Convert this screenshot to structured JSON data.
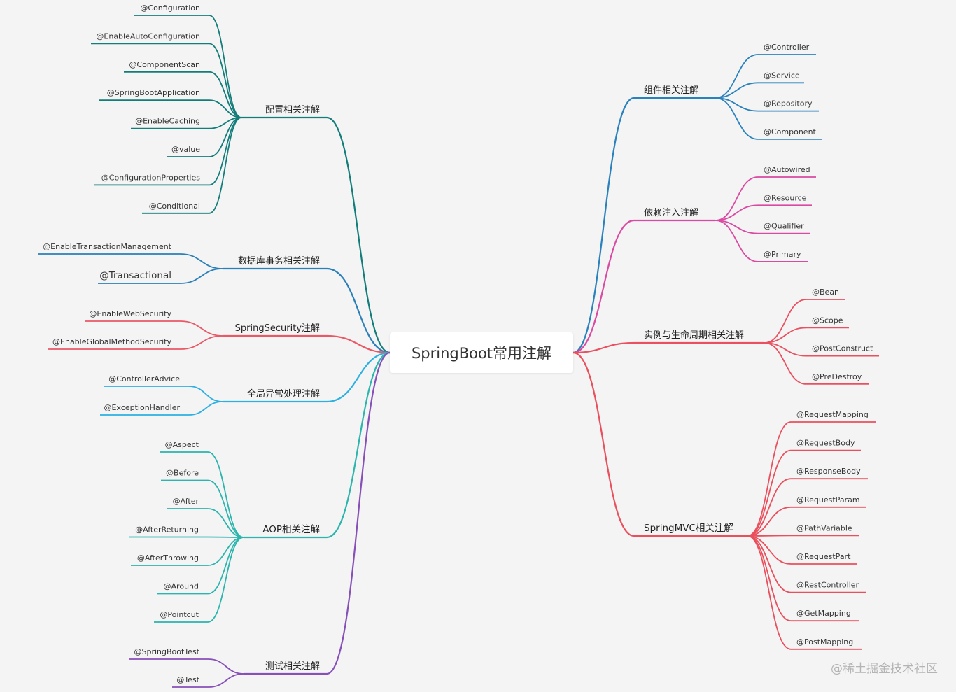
{
  "root": {
    "label": "SpringBoot常用注解"
  },
  "watermark": "@稀土掘金技术社区",
  "branches": [
    {
      "label": "配置相关注解",
      "color": "#137d7a",
      "side": "left",
      "children": [
        "@Configuration",
        "@EnableAutoConfiguration",
        "@ComponentScan",
        "@SpringBootApplication",
        "@EnableCaching",
        "@value",
        "@ConfigurationProperties",
        "@Conditional"
      ]
    },
    {
      "label": "数据库事务相关注解",
      "color": "#2a7fb8",
      "side": "left",
      "children": [
        "@EnableTransactionManagement",
        "@Transactional"
      ]
    },
    {
      "label": "SpringSecurity注解",
      "color": "#ea5866",
      "side": "left",
      "children": [
        "@EnableWebSecurity",
        "@EnableGlobalMethodSecurity"
      ]
    },
    {
      "label": "全局异常处理注解",
      "color": "#2cb0e2",
      "side": "left",
      "children": [
        "@ControllerAdvice",
        "@ExceptionHandler"
      ]
    },
    {
      "label": "AOP相关注解",
      "color": "#2bb5ad",
      "side": "left",
      "children": [
        "@Aspect",
        "@Before",
        "@After",
        "@AfterReturning",
        "@AfterThrowing",
        "@Around",
        "@Pointcut"
      ]
    },
    {
      "label": "测试相关注解",
      "color": "#8650b8",
      "side": "left",
      "children": [
        "@SpringBootTest",
        "@Test"
      ]
    },
    {
      "label": "组件相关注解",
      "color": "#2a82bd",
      "side": "right",
      "children": [
        "@Controller",
        "@Service",
        "@Repository",
        "@Component"
      ]
    },
    {
      "label": "依赖注入注解",
      "color": "#d94aa2",
      "side": "right",
      "children": [
        "@Autowired",
        "@Resource",
        "@Qualifier",
        "@Primary"
      ]
    },
    {
      "label": "实例与生命周期相关注解",
      "color": "#ea5060",
      "side": "right",
      "children": [
        "@Bean",
        "@Scope",
        "@PostConstruct",
        "@PreDestroy"
      ]
    },
    {
      "label": "SpringMVC相关注解",
      "color": "#ea4f5c",
      "side": "right",
      "children": [
        "@RequestMapping",
        "@RequestBody",
        "@ResponseBody",
        "@RequestParam",
        "@PathVariable",
        "@RequestPart",
        "@RestController",
        "@GetMapping",
        "@PostMapping"
      ]
    }
  ]
}
